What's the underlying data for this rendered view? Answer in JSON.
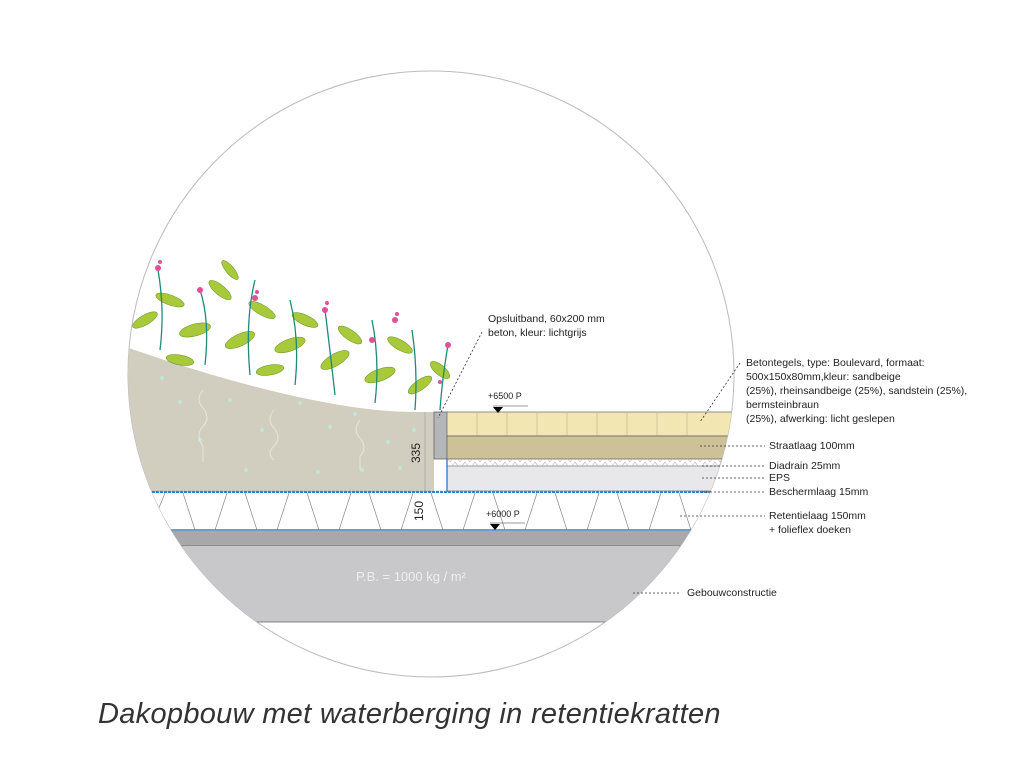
{
  "title": "Dakopbouw met waterberging in retentiekratten",
  "annotations": {
    "opsluitband": [
      "Opsluitband, 60x200 mm",
      "beton, kleur: lichtgrijs"
    ],
    "betontegels": [
      "Betontegels, type: Boulevard, formaat:",
      "500x150x80mm,kleur: sandbeige",
      "(25%), rheinsandbeige (25%), sandstein (25%),",
      "bermsteinbraun",
      "(25%), afwerking: licht geslepen"
    ],
    "straatlaag": "Straatlaag 100mm",
    "diadrain": "Diadrain 25mm",
    "eps": "EPS",
    "beschermlaag": "Beschermlaag 15mm",
    "retentielaag": [
      "Retentielaag 150mm",
      "+ folieflex doeken"
    ],
    "gebouwconstructie": "Gebouwconstructie"
  },
  "levels": {
    "top": "+6500 P",
    "bottom": "+6000 P"
  },
  "dimensions": {
    "upper": "335",
    "lower": "150"
  },
  "load": "P.B. = 1000 kg / m²",
  "colors": {
    "soil": "#d2cebf",
    "tiles": "#f2e6b2",
    "straatlaag": "#cdc197",
    "eps": "#e8e8ea",
    "blue": "#3a7fc1",
    "concrete_dark": "#a8a8aa",
    "concrete_light": "#c8c8ca",
    "leaf": "#a8c93a",
    "stem": "#1f8a7a",
    "flower": "#e0509a"
  }
}
